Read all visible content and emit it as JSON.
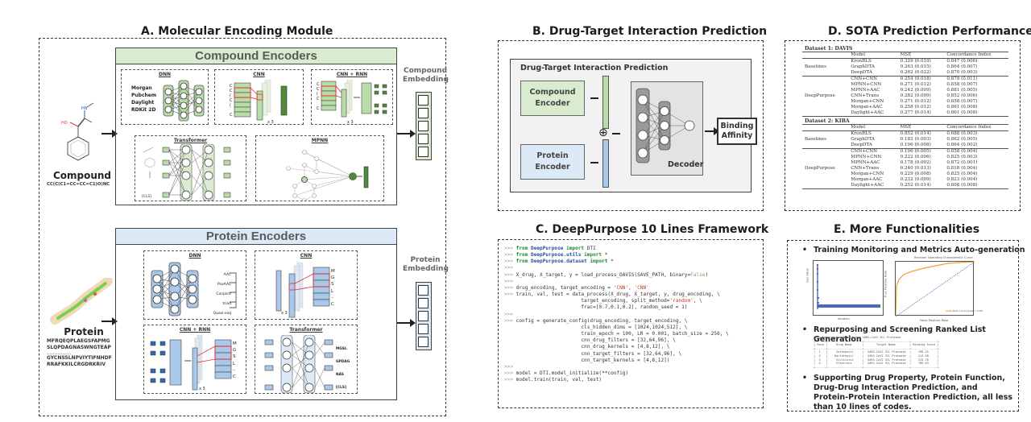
{
  "figure": {
    "panels": {
      "A": {
        "title": "A. Molecular Encoding Module",
        "compound": {
          "label": "Compound",
          "smiles": "CC(C(C1=CC=CC=C1)O)NC"
        },
        "protein": {
          "label": "Protein",
          "sequence_lines": [
            "MFRQEQPLAEGSFAPMG",
            "SLQPDAGNASWNGTEAP",
            "................",
            "GYCNSSLNPVIYTIFNHDF",
            "RRAFKKILCRGDRKRIV"
          ]
        },
        "compound_encoders": {
          "header": "Compound Encoders",
          "color": "#d9ecd0",
          "dnn": {
            "title": "DNN",
            "inputs": [
              "Morgan",
              "Pubchem",
              "Daylight",
              "RDKit 2D"
            ]
          },
          "cnn": {
            "title": "CNN",
            "tokens": [
              "C",
              "C",
              "(",
              "C",
              "(",
              "...",
              "C"
            ],
            "repeat": "x 3"
          },
          "cnn_rnn": {
            "title": "CNN + RNN",
            "tokens": [
              "C",
              "C",
              "(",
              "C",
              "(",
              "...",
              "C"
            ],
            "repeat": "x 3"
          },
          "transformer": {
            "title": "Transformer",
            "bottom_token": "[CLS]"
          },
          "mpnn": {
            "title": "MPNN"
          }
        },
        "compound_embedding_label": "Compound Embedding",
        "protein_encoders": {
          "header": "Protein Encoders",
          "color": "#dce9f6",
          "dnn": {
            "title": "DNN",
            "inputs": [
              "AAC",
              "PseAAC",
              "Conjoint triad",
              "Quasi-seq"
            ]
          },
          "cnn": {
            "title": "CNN",
            "tokens": [
              "M",
              "G",
              "S",
              "L",
              "...",
              "C"
            ],
            "repeat": "x 3"
          },
          "cnn_rnn": {
            "title": "CNN + RNN",
            "tokens": [
              "M",
              "G",
              "S",
              "L",
              "...",
              "C"
            ],
            "repeat": "x 3"
          },
          "transformer": {
            "title": "Transformer",
            "tokens": [
              "MGSL",
              "GPDAG",
              "NAS",
              "[CLS]"
            ]
          }
        },
        "protein_embedding_label": "Protein Embedding"
      },
      "B": {
        "title": "B. Drug-Target Interaction Prediction",
        "inner_title": "Drug-Target Interaction Prediction",
        "compound_encoder": "Compound Encoder",
        "protein_encoder": "Protein Encoder",
        "concat_symbol": "⊕",
        "decoder": "Decoder",
        "output": "Binding Affinity"
      },
      "C": {
        "title": "C. DeepPurpose 10 Lines Framework",
        "code_lines": [
          ">>> from DeepPurpose import DTI",
          ">>> from DeepPurpose.utils import *",
          ">>> from DeepPurpose.dataset import *",
          ">>>",
          ">>> X_drug, X_target, y = load_process_DAVIS(SAVE_PATH, binary=False)",
          ">>>",
          ">>> drug_encoding, target_encoding = 'CNN', 'CNN'",
          ">>> train, val, test = data_process(X_drug, X_target, y, drug_encoding, \\",
          "                          target_encoding, split_method='random', \\",
          "                          frac=[0.7,0.1,0.2], random_seed = 1)",
          ">>>",
          ">>> config = generate_config(drug_encoding, target_encoding, \\",
          "                          cls_hidden_dims = [1024,1024,512], \\",
          "                          train_epoch = 100, LR = 0.001, batch_size = 256, \\",
          "                          cnn_drug_filters = [32,64,96], \\",
          "                          cnn_drug_kernels = [4,8,12], \\",
          "                          cnn_target_filters = [32,64,96], \\",
          "                          cnn_target_kernels = [4,8,12])",
          ">>>",
          ">>> model = DTI.model_initialize(**config)",
          ">>> model.train(train, val, test)"
        ]
      },
      "D": {
        "title": "D. SOTA Prediction Performance",
        "columns": [
          "",
          "Model",
          "MSE",
          "Concordance Index"
        ],
        "datasets": [
          {
            "name": "Dataset 1: DAVIS",
            "groups": [
              {
                "group": "Baselines",
                "rows": [
                  [
                    "KronRLS",
                    "0.329 (0.019)",
                    "0.847 (0.006)"
                  ],
                  [
                    "GraphDTA",
                    "0.263 (0.015)",
                    "0.864 (0.007)"
                  ],
                  [
                    "DeepDTA",
                    "0.262 (0.022)",
                    "0.870 (0.003)"
                  ]
                ]
              },
              {
                "group": "DeepPurpose",
                "rows": [
                  [
                    "CNN+CNN",
                    "0.254 (0.018)",
                    "0.879 (0.011)"
                  ],
                  [
                    "MPNN+CNN",
                    "0.271 (0.012)",
                    "0.858 (0.007)"
                  ],
                  [
                    "MPNN+AAC",
                    "0.242 (0.009)",
                    "0.881 (0.005)"
                  ],
                  [
                    "CNN+Trans",
                    "0.282 (0.009)",
                    "0.852 (0.006)"
                  ],
                  [
                    "Morgan+CNN",
                    "0.271 (0.012)",
                    "0.858 (0.007)"
                  ],
                  [
                    "Morgan+AAC",
                    "0.258 (0.012)",
                    "0.861 (0.008)"
                  ],
                  [
                    "Daylight+AAC",
                    "0.277 (0.014)",
                    "0.861 (0.008)"
                  ]
                ]
              }
            ]
          },
          {
            "name": "Dataset 2: KIBA",
            "groups": [
              {
                "group": "Baselines",
                "rows": [
                  [
                    "KronRLS",
                    "0.852 (0.014)",
                    "0.688 (0.003)"
                  ],
                  [
                    "GraphDTA",
                    "0.183 (0.003)",
                    "0.862 (0.005)"
                  ],
                  [
                    "DeepDTA",
                    "0.196 (0.008)",
                    "0.864 (0.002)"
                  ]
                ]
              },
              {
                "group": "DeepPurpose",
                "rows": [
                  [
                    "CNN+CNN",
                    "0.196 (0.005)",
                    "0.858 (0.004)"
                  ],
                  [
                    "MPNN+CNN",
                    "0.222 (0.006)",
                    "0.825 (0.003)"
                  ],
                  [
                    "MPNN+AAC",
                    "0.178 (0.002)",
                    "0.872 (0.001)"
                  ],
                  [
                    "CNN+Trans",
                    "0.240 (0.013)",
                    "0.818 (0.004)"
                  ],
                  [
                    "Morgan+CNN",
                    "0.229 (0.008)",
                    "0.825 (0.004)"
                  ],
                  [
                    "Morgan+AAC",
                    "0.232 (0.009)",
                    "0.823 (0.004)"
                  ],
                  [
                    "Daylight+AAC",
                    "0.252 (0.014)",
                    "0.808 (0.008)"
                  ]
                ]
              }
            ]
          }
        ]
      },
      "E": {
        "title": "E. More Functionalities",
        "bullets": [
          "Training Monitoring and Metrics Auto-generation",
          "Repurposing and Screening Ranked List Generation",
          "Supporting Drug Property, Protein Function, Drug-Drug Interaction Prediction, and Protein-Protein Interaction Prediction, all less than 10 lines of codes."
        ],
        "loss_plot": {
          "xlabel": "iteration",
          "ylabel": "loss value"
        },
        "roc_plot": {
          "title": "Receiver Operating Characteristic Curve",
          "xlabel": "False Positive Rate",
          "ylabel": "True Positive Rate",
          "legend": "ROC Curve (area = 0.93)"
        },
        "ranked_list": {
          "title": "Drug Repurposing Result for SARS-CoV2 3CL Protease",
          "columns": [
            "Rank",
            "Drug Name",
            "Target Name",
            "Binding Score"
          ],
          "rows": [
            [
              "1",
              "Sofosbuvir",
              "SARS-CoV2 3CL Protease",
              "190.25"
            ],
            [
              "2",
              "Daclatasvir",
              "SARS-CoV2 3CL Protease",
              "214.58"
            ],
            [
              "3",
              "Vicriviroc",
              "SARS-CoV2 3CL Protease",
              "315.70"
            ],
            [
              "4",
              "Efavirenz",
              "SARS-CoV2 3CL Protease",
              "789.63"
            ]
          ]
        }
      }
    },
    "colors": {
      "compound_green": "#d9ecd0",
      "compound_dark_green": "#4e8a3a",
      "protein_blue": "#dce9f6",
      "protein_dark_blue": "#2b6cb0",
      "highlight_red": "#e03030",
      "roc_orange": "#f0a030",
      "loss_blue": "#2a4fb0"
    }
  }
}
